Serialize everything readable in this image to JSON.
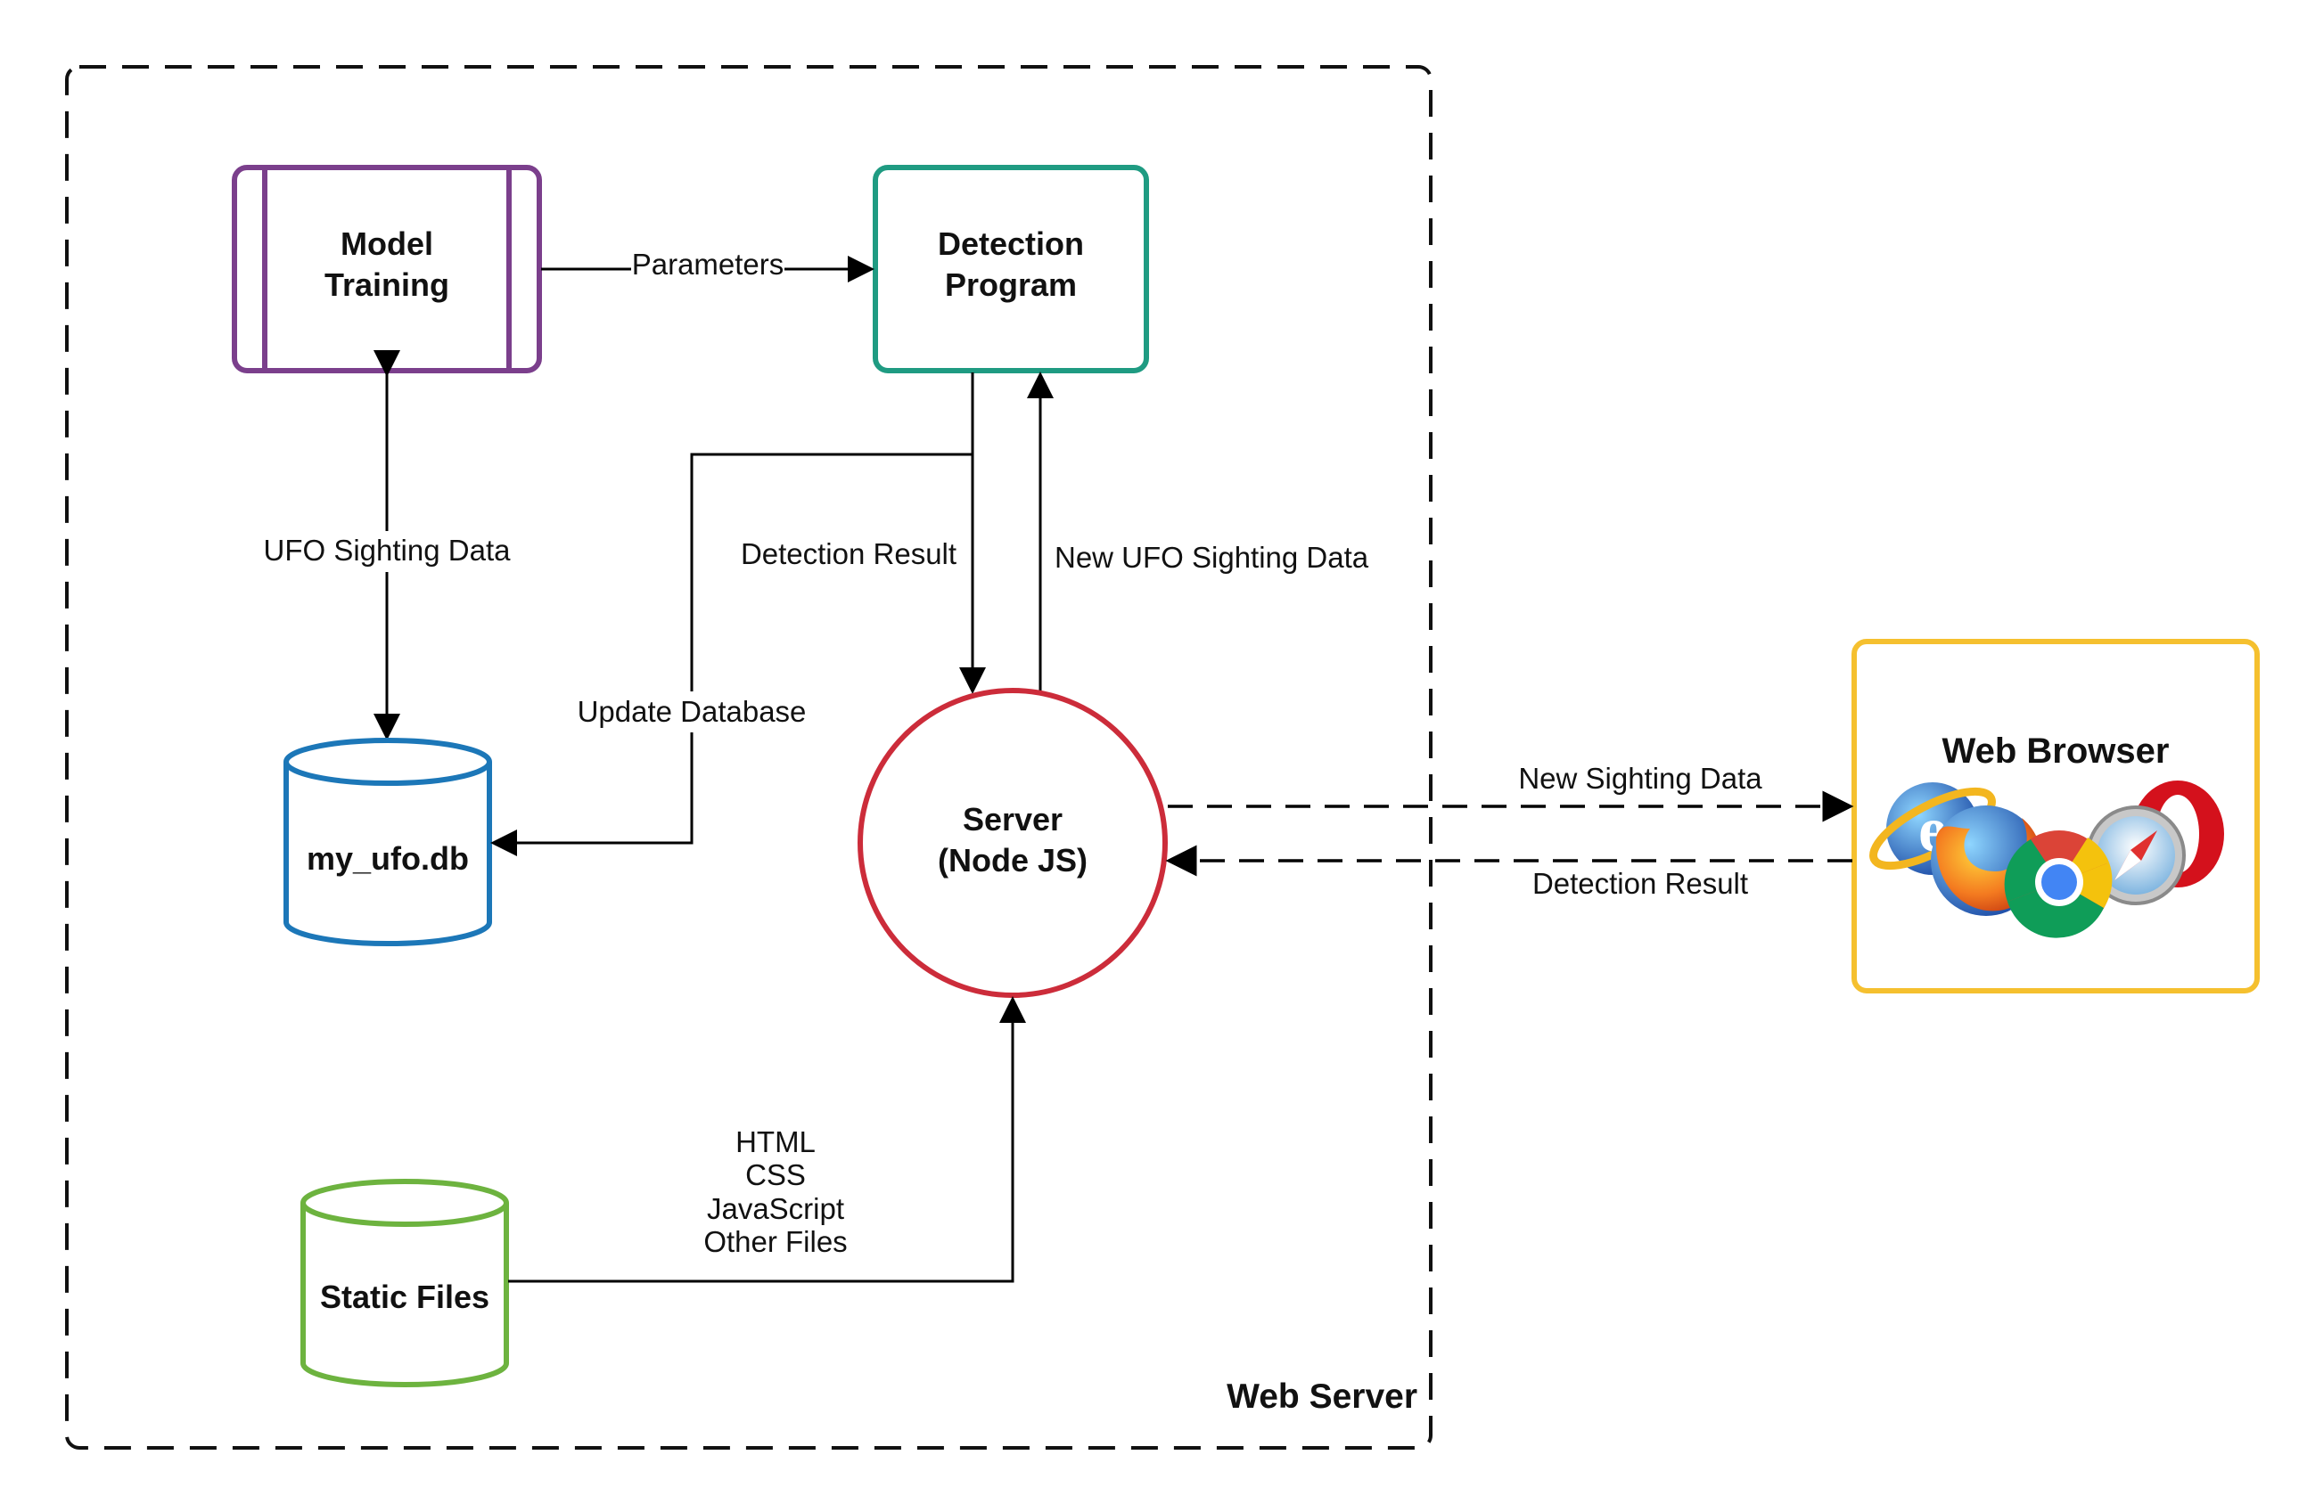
{
  "web_server": {
    "label": "Web Server"
  },
  "nodes": {
    "model_training": {
      "line1": "Model",
      "line2": "Training",
      "color": "#7b3f8c"
    },
    "detection_program": {
      "line1": "Detection",
      "line2": "Program",
      "color": "#1f9b82"
    },
    "server": {
      "line1": "Server",
      "line2": "(Node JS)",
      "color": "#cc2c3a"
    },
    "db": {
      "label": "my_ufo.db",
      "color": "#1c77b8"
    },
    "static_files": {
      "label": "Static Files",
      "color": "#6db33f"
    },
    "web_browser": {
      "label": "Web Browser",
      "color": "#f5c02f"
    }
  },
  "edges": {
    "parameters": "Parameters",
    "ufo_sighting_data": "UFO Sighting Data",
    "detection_result": "Detection Result",
    "new_ufo_sighting_data": "New UFO Sighting Data",
    "update_database": "Update Database",
    "static_line1": "HTML",
    "static_line2": "CSS",
    "static_line3": "JavaScript",
    "static_line4": "Other Files",
    "new_sighting_data": "New Sighting Data",
    "browser_detection_result": "Detection Result"
  },
  "browser_icons": [
    "ie-icon",
    "firefox-icon",
    "chrome-icon",
    "safari-icon",
    "opera-icon"
  ]
}
